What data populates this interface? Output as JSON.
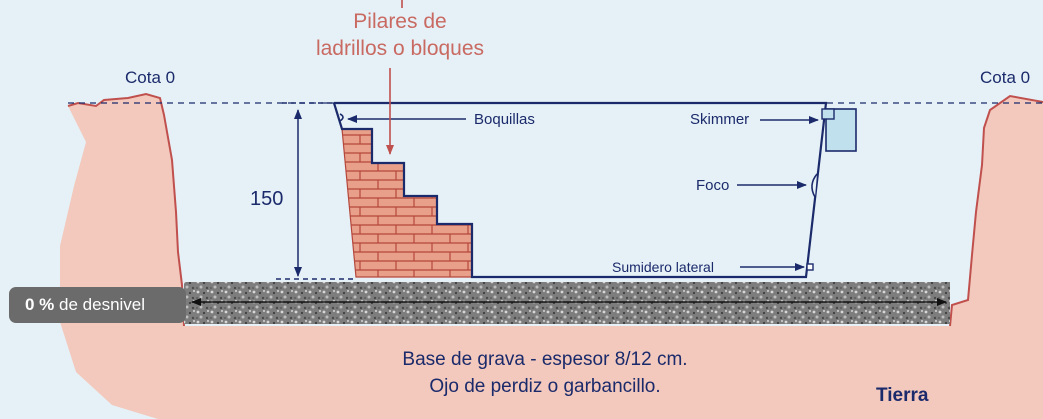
{
  "title": {
    "line1": "Pilares de",
    "line2": "ladrillos o bloques"
  },
  "labels": {
    "cota_left": "Cota 0",
    "cota_right": "Cota 0",
    "boquillas": "Boquillas",
    "skimmer": "Skimmer",
    "foco": "Foco",
    "sumidero": "Sumidero lateral",
    "depth": "150"
  },
  "slope": {
    "value": "0 %",
    "text": "de desnivel"
  },
  "base": {
    "line1": "Base de grava - espesor 8/12 cm.",
    "line2": "Ojo de perdiz o garbancillo."
  },
  "ground": "Tierra",
  "colors": {
    "background": "#e6f1f7",
    "ground": "#f2c9bc",
    "ground_edge": "#c0504d",
    "pool_line": "#1b2a6b",
    "brick": "#e8a08a",
    "skimmer": "#bfe0ec",
    "title": "#c96a62"
  }
}
